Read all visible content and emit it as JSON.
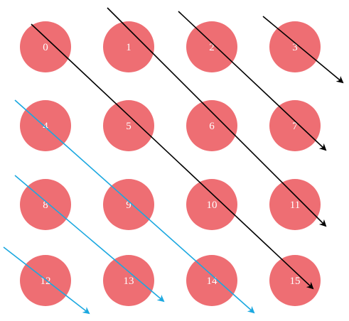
{
  "diagram": {
    "description_free": true,
    "colors": {
      "node_fill": "#ee6e73",
      "node_text": "#ffffff",
      "arrow_black": "#000000",
      "arrow_blue": "#1ba8e0",
      "background": "#ffffff"
    },
    "grid": {
      "rows": 4,
      "cols": 4
    },
    "nodes": [
      {
        "id": "0",
        "label": "0"
      },
      {
        "id": "1",
        "label": "1"
      },
      {
        "id": "2",
        "label": "2"
      },
      {
        "id": "3",
        "label": "3"
      },
      {
        "id": "4",
        "label": "4"
      },
      {
        "id": "5",
        "label": "5"
      },
      {
        "id": "6",
        "label": "6"
      },
      {
        "id": "7",
        "label": "7"
      },
      {
        "id": "8",
        "label": "8"
      },
      {
        "id": "9",
        "label": "9"
      },
      {
        "id": "10",
        "label": "10"
      },
      {
        "id": "11",
        "label": "11"
      },
      {
        "id": "12",
        "label": "12"
      },
      {
        "id": "13",
        "label": "13"
      },
      {
        "id": "14",
        "label": "14"
      },
      {
        "id": "15",
        "label": "15"
      }
    ],
    "arrows": [
      {
        "name": "diagonal-0-5-10-15",
        "color_key": "arrow_black",
        "passes": [
          "0",
          "5",
          "10",
          "15"
        ]
      },
      {
        "name": "diagonal-1-6-11",
        "color_key": "arrow_black",
        "passes": [
          "1",
          "6",
          "11"
        ]
      },
      {
        "name": "diagonal-2-7",
        "color_key": "arrow_black",
        "passes": [
          "2",
          "7"
        ]
      },
      {
        "name": "diagonal-3",
        "color_key": "arrow_black",
        "passes": [
          "3"
        ]
      },
      {
        "name": "diagonal-4-9-14",
        "color_key": "arrow_blue",
        "passes": [
          "4",
          "9",
          "14"
        ]
      },
      {
        "name": "diagonal-8-13",
        "color_key": "arrow_blue",
        "passes": [
          "8",
          "13"
        ]
      },
      {
        "name": "diagonal-12",
        "color_key": "arrow_blue",
        "passes": [
          "12"
        ]
      }
    ]
  }
}
